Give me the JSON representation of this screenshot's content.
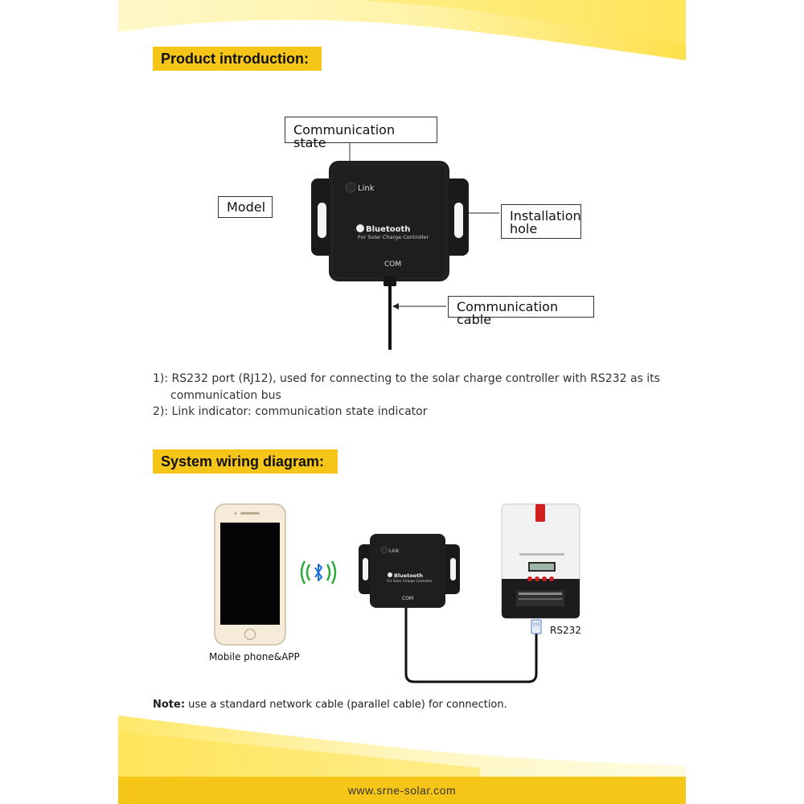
{
  "sections": {
    "intro_title": "Product introduction:",
    "wiring_title": "System wiring diagram:"
  },
  "callouts": {
    "comm_state": "Communication state",
    "model": "Model",
    "install_hole_1": "Installation",
    "install_hole_2": "hole",
    "comm_cable": "Communication cable"
  },
  "device": {
    "link_label": "Link",
    "brand": "Bluetooth",
    "subtitle": "For Solar Charge Controller",
    "port_label": "COM"
  },
  "description": {
    "line1a": "1): RS232 port (RJ12), used for connecting to the solar charge controller with RS232 as its",
    "line1b": "communication bus",
    "line2": "2): Link indicator: communication state indicator"
  },
  "wiring": {
    "phone_label": "Mobile phone&APP",
    "controller_port_label": "RS232"
  },
  "note": {
    "bold": "Note:",
    "text": " use a standard network cable (parallel cable) for connection."
  },
  "footer": {
    "url": "www.srne-solar.com"
  },
  "colors": {
    "accent": "#f5c518",
    "device_body": "#1e1e1e",
    "bluetooth_green": "#2eaa3a",
    "bluetooth_blue": "#1e6fd9",
    "controller_red": "#d02020"
  }
}
